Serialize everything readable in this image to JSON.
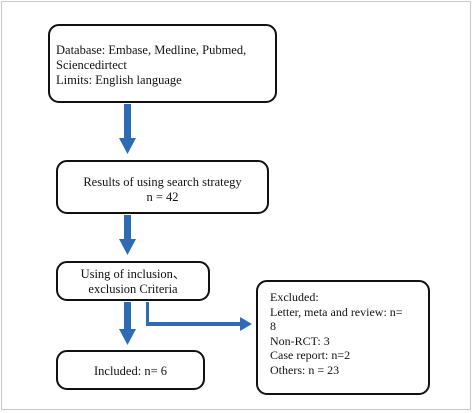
{
  "colors": {
    "arrow": "#2f6bb5",
    "box_border": "#111111",
    "frame": "#c9c9c9"
  },
  "flowchart": {
    "search_box": {
      "lines": [
        "Database: Embase, Medline, Pubmed,",
        "Sciencedirtect",
        "Limits: English language"
      ]
    },
    "results_box": {
      "lines": [
        "Results of using search strategy",
        "n = 42"
      ]
    },
    "criteria_box": {
      "lines": [
        "Using of inclusion、",
        "exclusion Criteria"
      ]
    },
    "excluded_box": {
      "lines": [
        "Excluded:",
        "Letter, meta and review: n=",
        "8",
        "Non-RCT: 3",
        "Case report: n=2",
        "Others: n = 23"
      ]
    },
    "included_box": {
      "lines": [
        "Included: n= 6"
      ]
    }
  }
}
